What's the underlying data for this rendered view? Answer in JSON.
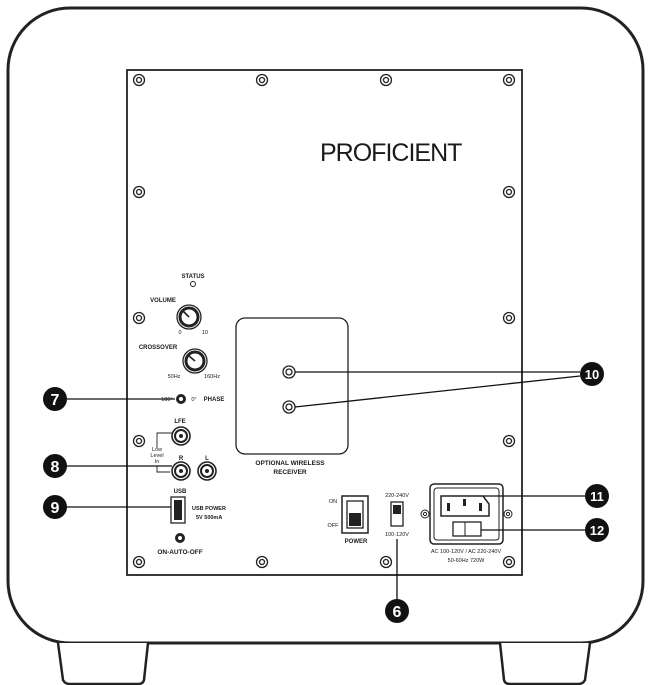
{
  "brand": "PROFICIENT",
  "controls": {
    "status": "STATUS",
    "volume": "VOLUME",
    "volume_min": "0",
    "volume_max": "10",
    "crossover": "CROSSOVER",
    "crossover_min": "50Hz",
    "crossover_max": "160Hz",
    "phase_180": "180°",
    "phase_0": "0°",
    "phase": "PHASE"
  },
  "inputs": {
    "lfe": "LFE",
    "low_level_line1": "Low",
    "low_level_line2": "Level",
    "low_level_line3": "In",
    "r": "R",
    "l": "L",
    "usb": "USB",
    "usb_power_line1": "USB POWER",
    "usb_power_line2": "5V 500mA",
    "on_auto_off": "ON-AUTO-OFF"
  },
  "wireless": {
    "line1": "OPTIONAL WIRELESS",
    "line2": "RECEIVER"
  },
  "power": {
    "on": "ON",
    "off": "OFF",
    "label": "POWER",
    "voltage_high": "220-240V",
    "voltage_low": "100-120V",
    "ac_line1": "AC 100-120V / AC 220-240V",
    "ac_line2": "50-60Hz 720W"
  },
  "callouts": {
    "n6": "6",
    "n7": "7",
    "n8": "8",
    "n9": "9",
    "n10": "10",
    "n11": "11",
    "n12": "12"
  }
}
